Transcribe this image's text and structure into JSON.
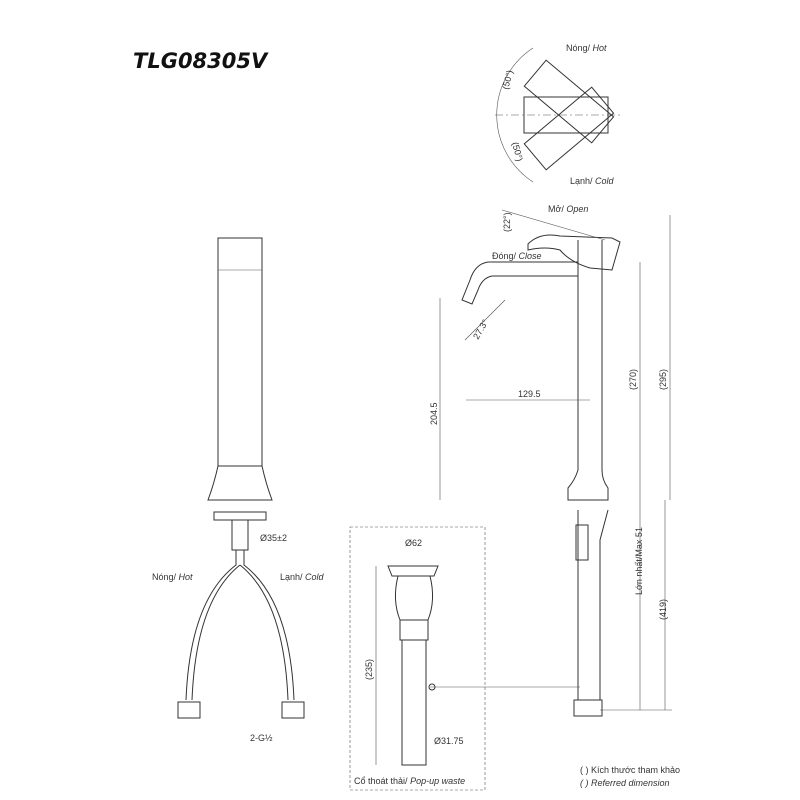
{
  "title": "TLG08305V",
  "top_view": {
    "hot_vi": "Nóng/",
    "hot_en": "Hot",
    "cold_vi": "Lạnh/",
    "cold_en": "Cold",
    "angle_hot": "(50°)",
    "angle_cold": "(50°)"
  },
  "side_view": {
    "open_vi": "Mở/",
    "open_en": "Open",
    "close_vi": "Đóng/",
    "close_en": "Close",
    "lever_angle": "(22°)",
    "spout_angle": "27.3°",
    "reach": "129.5",
    "spout_height": "204.5",
    "height_270": "(270)",
    "height_295": "(295)",
    "max_thickness": "Lớn nhất/Max 51",
    "total_length": "(419)"
  },
  "front_view": {
    "diameter": "Ø35±2",
    "hot_vi": "Nóng/",
    "hot_en": "Hot",
    "cold_vi": "Lạnh/",
    "cold_en": "Cold",
    "thread": "2-G½"
  },
  "popup_waste": {
    "top_diameter": "Ø62",
    "length": "(235)",
    "bottom_diameter": "Ø31.75",
    "label_vi": "Cổ thoát thải/",
    "label_en": "Pop-up waste"
  },
  "legend": {
    "line_vi": "( ) Kích thước tham khảo",
    "line_en": "( ) Referred dimension"
  }
}
